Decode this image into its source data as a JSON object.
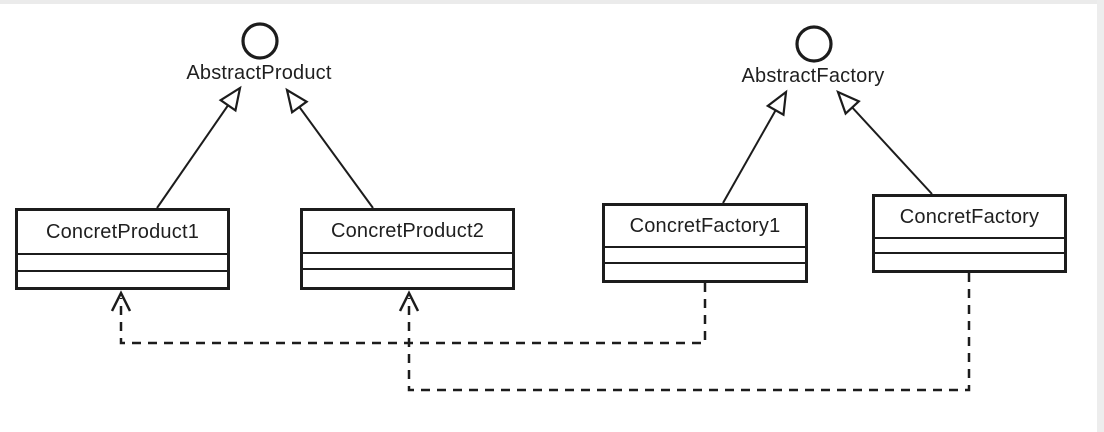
{
  "diagram": {
    "kind": "uml-class-diagram",
    "pattern": "Abstract Factory",
    "interfaces": [
      {
        "id": "abstract-product",
        "name": "AbstractProduct",
        "icon": "interface-lollipop-circle-icon"
      },
      {
        "id": "abstract-factory",
        "name": "AbstractFactory",
        "icon": "interface-lollipop-circle-icon"
      }
    ],
    "classes": [
      {
        "id": "concret-product-1",
        "name": "ConcretProduct1",
        "compartments": [
          "",
          ""
        ]
      },
      {
        "id": "concret-product-2",
        "name": "ConcretProduct2",
        "compartments": [
          "",
          ""
        ]
      },
      {
        "id": "concret-factory-1",
        "name": "ConcretFactory1",
        "compartments": [
          "",
          ""
        ]
      },
      {
        "id": "concret-factory",
        "name": "ConcretFactory",
        "compartments": [
          "",
          ""
        ]
      }
    ],
    "relationships": [
      {
        "from": "ConcretProduct1",
        "to": "AbstractProduct",
        "type": "generalization",
        "line": "solid",
        "arrow": "open-triangle"
      },
      {
        "from": "ConcretProduct2",
        "to": "AbstractProduct",
        "type": "generalization",
        "line": "solid",
        "arrow": "open-triangle"
      },
      {
        "from": "ConcretFactory1",
        "to": "AbstractFactory",
        "type": "generalization",
        "line": "solid",
        "arrow": "open-triangle"
      },
      {
        "from": "ConcretFactory",
        "to": "AbstractFactory",
        "type": "generalization",
        "line": "solid",
        "arrow": "open-triangle"
      },
      {
        "from": "ConcretFactory1",
        "to": "ConcretProduct1",
        "type": "dependency",
        "line": "dashed",
        "arrow": "open-chevron"
      },
      {
        "from": "ConcretFactory",
        "to": "ConcretProduct2",
        "type": "dependency",
        "line": "dashed",
        "arrow": "open-chevron"
      }
    ],
    "colors": {
      "line": "#1c1c1c",
      "background": "#ffffff",
      "edge_strip": "#ececec"
    }
  }
}
